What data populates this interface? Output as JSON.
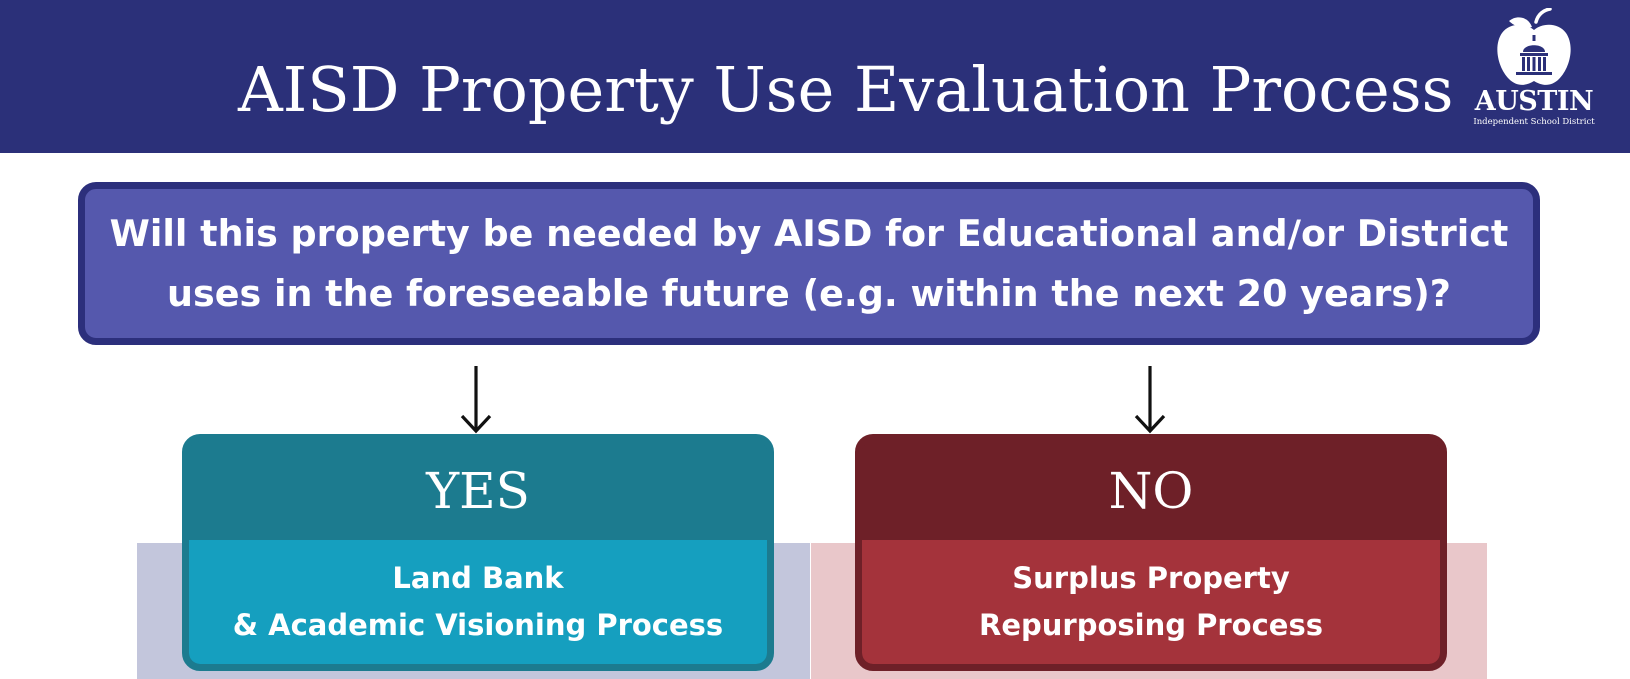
{
  "header": {
    "title": "AISD Property Use Evaluation Process",
    "logo": {
      "icon": "apple-capitol-icon",
      "wordmark": "AUSTIN",
      "subtitle": "Independent School District"
    },
    "background": "#2b3079"
  },
  "question": {
    "text": "Will this property be needed by AISD for Educational and/or District uses in the foreseeable future (e.g. within the next 20 years)?",
    "fill": "#5558ad",
    "border": "#2c2f7c"
  },
  "branches": {
    "yes": {
      "label": "YES",
      "process_line1": "Land Bank",
      "process_line2": "& Academic Visioning Process",
      "arrow_icon": "down-arrow-icon",
      "header_color": "#1c7b8f",
      "body_color": "#159fbf"
    },
    "no": {
      "label": "NO",
      "process_line1": "Surplus Property",
      "process_line2": "Repurposing Process",
      "arrow_icon": "down-arrow-icon",
      "header_color": "#6e2028",
      "body_color": "#a4333b"
    }
  }
}
